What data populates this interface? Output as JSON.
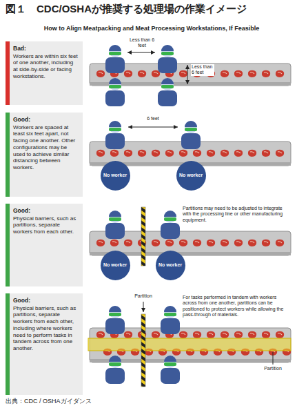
{
  "diagram": {
    "title": "図１　CDC/OSHAが推奨する処理場の作業イメージ",
    "caption": "出典：CDC / OSHAガイダンス",
    "nodes": [
      {
        "text": [
          "Bad:",
          "Workers are within six feet of one another, including at side-by-side or facing workstations."
        ]
      },
      {
        "text": [
          "Good:",
          "Workers are spaced at least six feet apart, not facing one another. Other configurations may be used to achieve similar distancing between workers."
        ]
      },
      {
        "text": [
          "No worker"
        ]
      },
      {
        "text": [
          "No worker"
        ]
      },
      {
        "text": [
          "Good:",
          "Physical barriers, such as partitions, separate workers from each other."
        ]
      },
      {
        "text": [
          "No worker"
        ]
      },
      {
        "text": [
          "No worker"
        ]
      },
      {
        "text": [
          "Good:",
          "Physical barriers, such as partitions, separate workers from each other, including where workers need to perform tasks in tandem across from one another."
        ]
      }
    ],
    "labels": [
      "How to Align Meatpacking and Meat Processing Workstations, If Feasible",
      "Less than 6 feet",
      "Less than 6 feet",
      "6 feet",
      "Partitions may need to be adjusted to integrate with the processing line or other manufacturing equipment.",
      "Partition",
      "For tasks performed in tandem with workers across from one another, partitions can be positioned to protect workers while allowing the pass-through of materials.",
      "Partition"
    ]
  }
}
